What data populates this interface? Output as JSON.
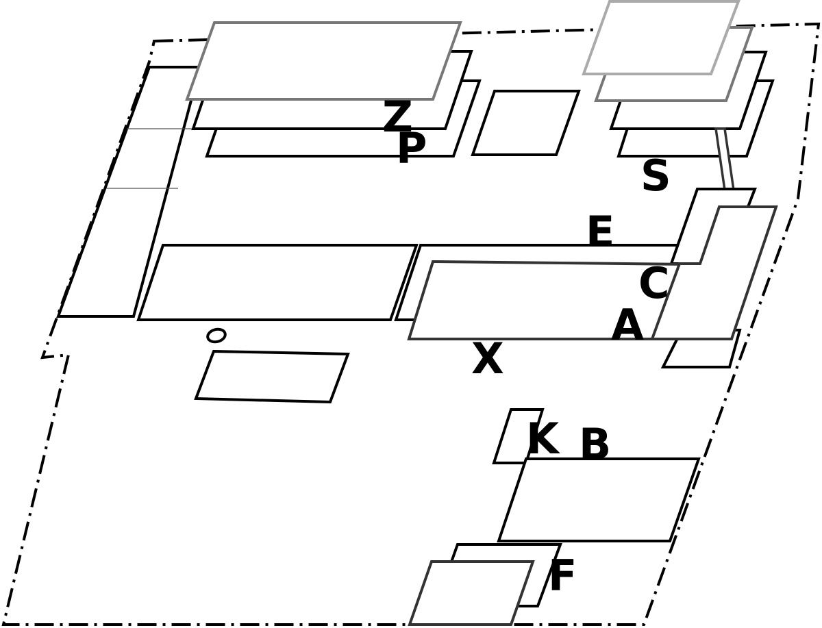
{
  "labels": {
    "z": "Z",
    "p": "P",
    "s": "S",
    "e": "E",
    "c": "C",
    "a": "A",
    "x": "X",
    "k": "K",
    "b": "B",
    "f": "F"
  }
}
